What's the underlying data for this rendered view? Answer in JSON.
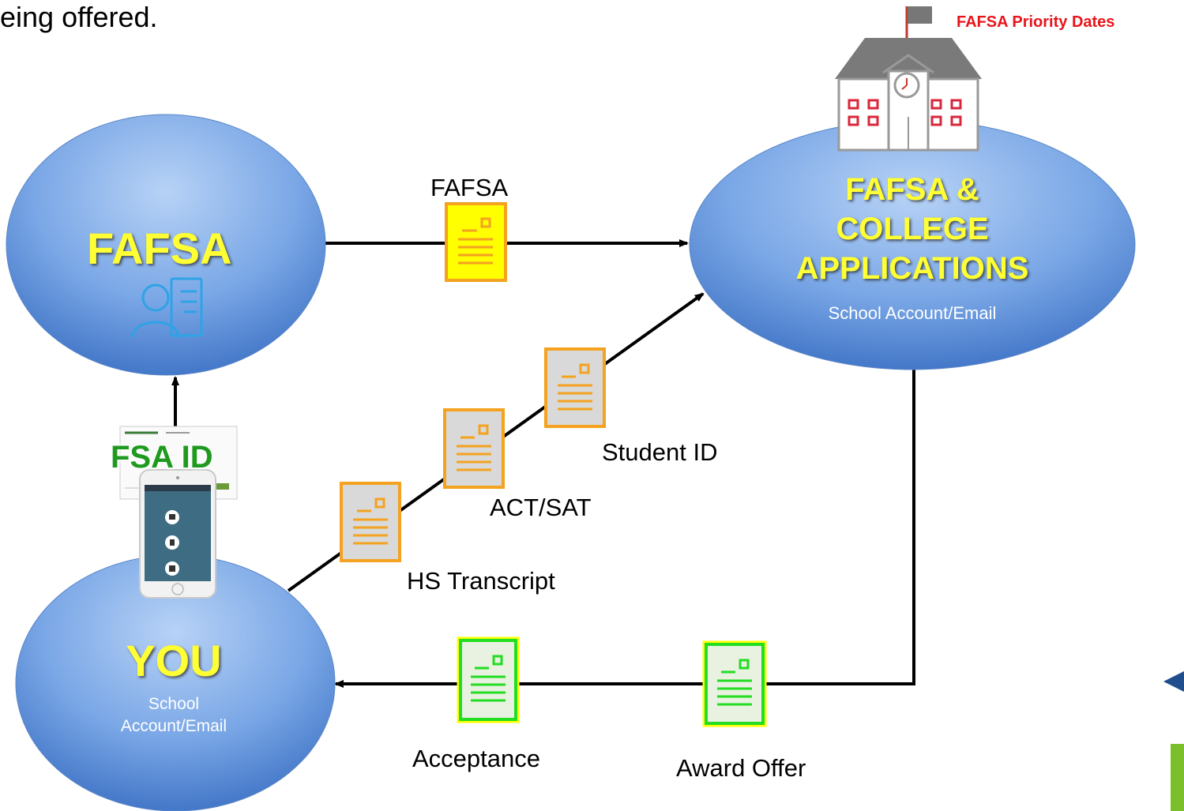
{
  "intro_text": "eing offered.",
  "priority_label": "FAFSA Priority Dates",
  "nodes": {
    "fafsa": {
      "title": "FAFSA"
    },
    "college": {
      "title_line1": "FAFSA &",
      "title_line2": "COLLEGE",
      "title_line3": "APPLICATIONS",
      "subtitle": "School Account/Email"
    },
    "you": {
      "title": "YOU",
      "subtitle_line1": "School",
      "subtitle_line2": "Account/Email"
    }
  },
  "fsa_id_label": "FSA ID",
  "documents": {
    "fafsa": "FAFSA",
    "student_id": "Student ID",
    "act_sat": "ACT/SAT",
    "hs_transcript": "HS Transcript",
    "acceptance": "Acceptance",
    "award_offer": "Award Offer"
  },
  "colors": {
    "node_fill_top": "#a9c8f2",
    "node_fill_bottom": "#3f74c8",
    "title_yellow": "#ffff33",
    "doc_orange": "#f4a21f",
    "doc_yellow_fill": "#ffff00",
    "doc_green": "#22dd22",
    "priority_red": "#e8141b",
    "fsa_green": "#1f9a1f"
  },
  "icons": [
    "school-building-icon",
    "flag-icon",
    "user-document-icon",
    "document-icon",
    "phone-screenshot"
  ]
}
